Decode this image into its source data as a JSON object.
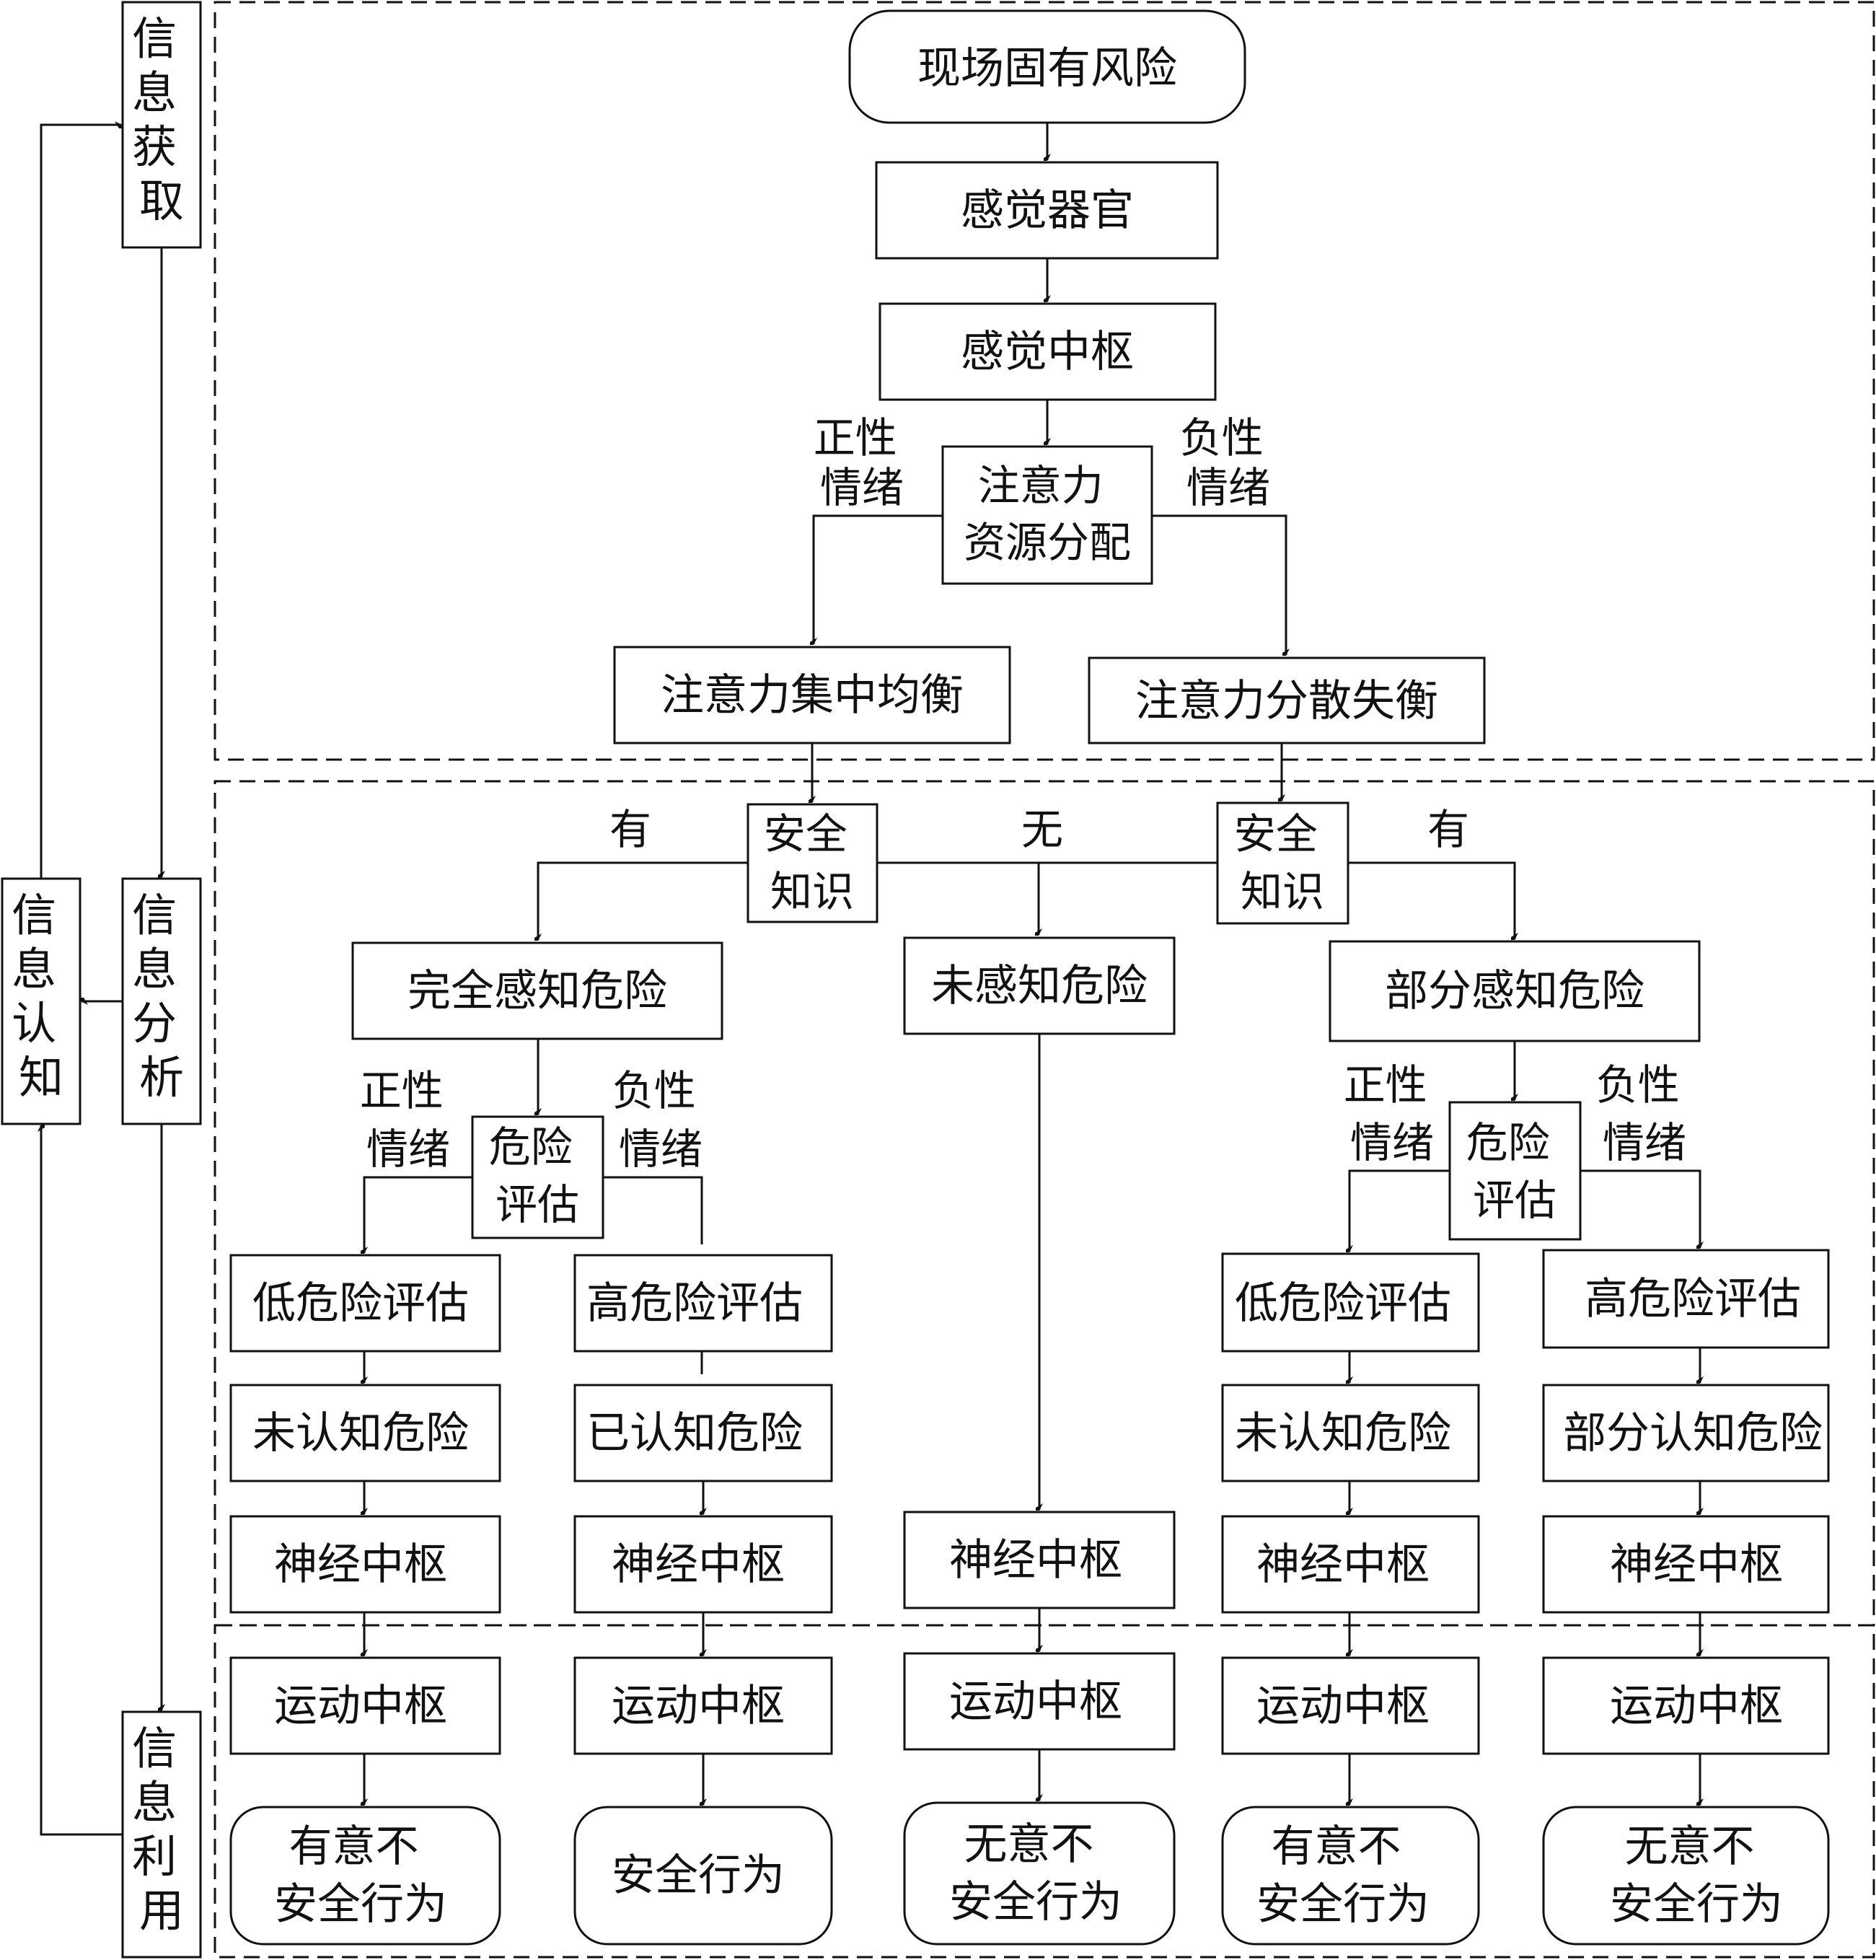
{
  "sidebar": {
    "acquire": "信息获取",
    "analyze": "信息分析",
    "cognize": "信息认知",
    "utilize": "信息利用"
  },
  "top": {
    "risk": "现场固有风险",
    "sense_organ": "感觉器官",
    "sense_center": "感觉中枢",
    "attention_line1": "注意力",
    "attention_line2": "资源分配",
    "positive_emotion": [
      "正性",
      "情绪"
    ],
    "negative_emotion": [
      "负性",
      "情绪"
    ],
    "balanced": "注意力集中均衡",
    "unbalanced": "注意力分散失衡"
  },
  "middle": {
    "safety_knowledge": [
      "安全",
      "知识"
    ],
    "has": "有",
    "none": "无",
    "full_perceive": "完全感知危险",
    "not_perceive": "未感知危险",
    "partial_perceive": "部分感知危险",
    "risk_assess": [
      "危险",
      "评估"
    ],
    "positive_emotion": [
      "正性",
      "情绪"
    ],
    "negative_emotion": [
      "负性",
      "情绪"
    ],
    "low_assess": "低危险评估",
    "high_assess": "高危险评估",
    "not_cognized": "未认知危险",
    "cognized": "已认知危险",
    "partial_cognized": "部分认知危险",
    "nerve_center": "神经中枢"
  },
  "bottom": {
    "motor_center": "运动中枢",
    "unsafe_intentional": [
      "有意不",
      "安全行为"
    ],
    "safe_behavior": "安全行为",
    "unsafe_unintentional": [
      "无意不",
      "安全行为"
    ]
  }
}
